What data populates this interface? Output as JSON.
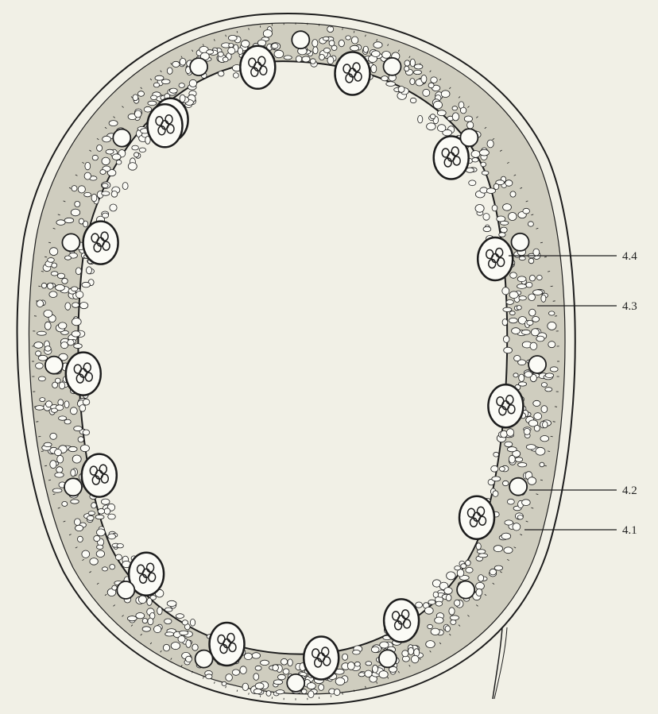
{
  "labels": [
    {
      "id": "4.4",
      "text": "4.4"
    },
    {
      "id": "4.3",
      "text": "4.3"
    },
    {
      "id": "4.2",
      "text": "4.2"
    },
    {
      "id": "4.1",
      "text": "4.1"
    }
  ],
  "colors": {
    "background": "#f1f0e6",
    "ink": "#1d1d1d",
    "cell_fill": "#fbfbf6",
    "tissue_fill": "#cfcdbf"
  }
}
